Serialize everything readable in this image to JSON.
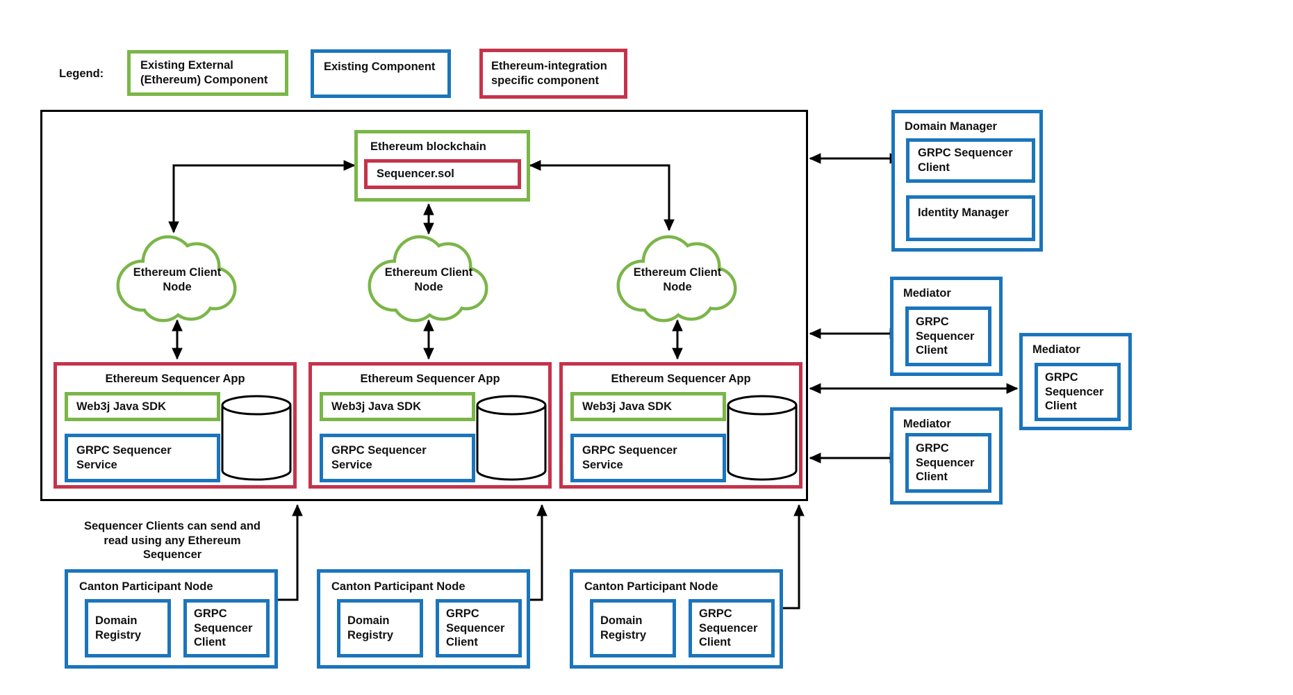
{
  "colors": {
    "green": "#7AB648",
    "blue": "#1B75BC",
    "red": "#C5334B",
    "line": "#000000"
  },
  "legend": {
    "label": "Legend:",
    "items": [
      {
        "label": "Existing External (Ethereum) Component"
      },
      {
        "label": "Existing Component"
      },
      {
        "label": "Ethereum-integration specific component"
      }
    ]
  },
  "blockchain": {
    "title": "Ethereum blockchain",
    "contract": "Sequencer.sol"
  },
  "client_nodes": [
    {
      "label": "Ethereum Client Node"
    },
    {
      "label": "Ethereum Client Node"
    },
    {
      "label": "Ethereum Client Node"
    }
  ],
  "sequencer_apps": [
    {
      "title": "Ethereum Sequencer App",
      "sdk": "Web3j Java SDK",
      "service": "GRPC Sequencer Service"
    },
    {
      "title": "Ethereum Sequencer App",
      "sdk": "Web3j Java SDK",
      "service": "GRPC Sequencer Service"
    },
    {
      "title": "Ethereum Sequencer App",
      "sdk": "Web3j Java SDK",
      "service": "GRPC Sequencer Service"
    }
  ],
  "domain_manager": {
    "title": "Domain Manager",
    "sequencer_client": "GRPC Sequencer Client",
    "identity_manager": "Identity Manager"
  },
  "mediators": [
    {
      "title": "Mediator",
      "sequencer_client": "GRPC Sequencer Client"
    },
    {
      "title": "Mediator",
      "sequencer_client": "GRPC Sequencer Client"
    },
    {
      "title": "Mediator",
      "sequencer_client": "GRPC Sequencer Client"
    }
  ],
  "canton_nodes": [
    {
      "title": "Canton Participant Node",
      "domain_registry": "Domain Registry",
      "sequencer_client": "GRPC Sequencer Client"
    },
    {
      "title": "Canton Participant Node",
      "domain_registry": "Domain Registry",
      "sequencer_client": "GRPC Sequencer Client"
    },
    {
      "title": "Canton Participant Node",
      "domain_registry": "Domain Registry",
      "sequencer_client": "GRPC Sequencer Client"
    }
  ],
  "note": "Sequencer Clients can send and read using any Ethereum Sequencer"
}
